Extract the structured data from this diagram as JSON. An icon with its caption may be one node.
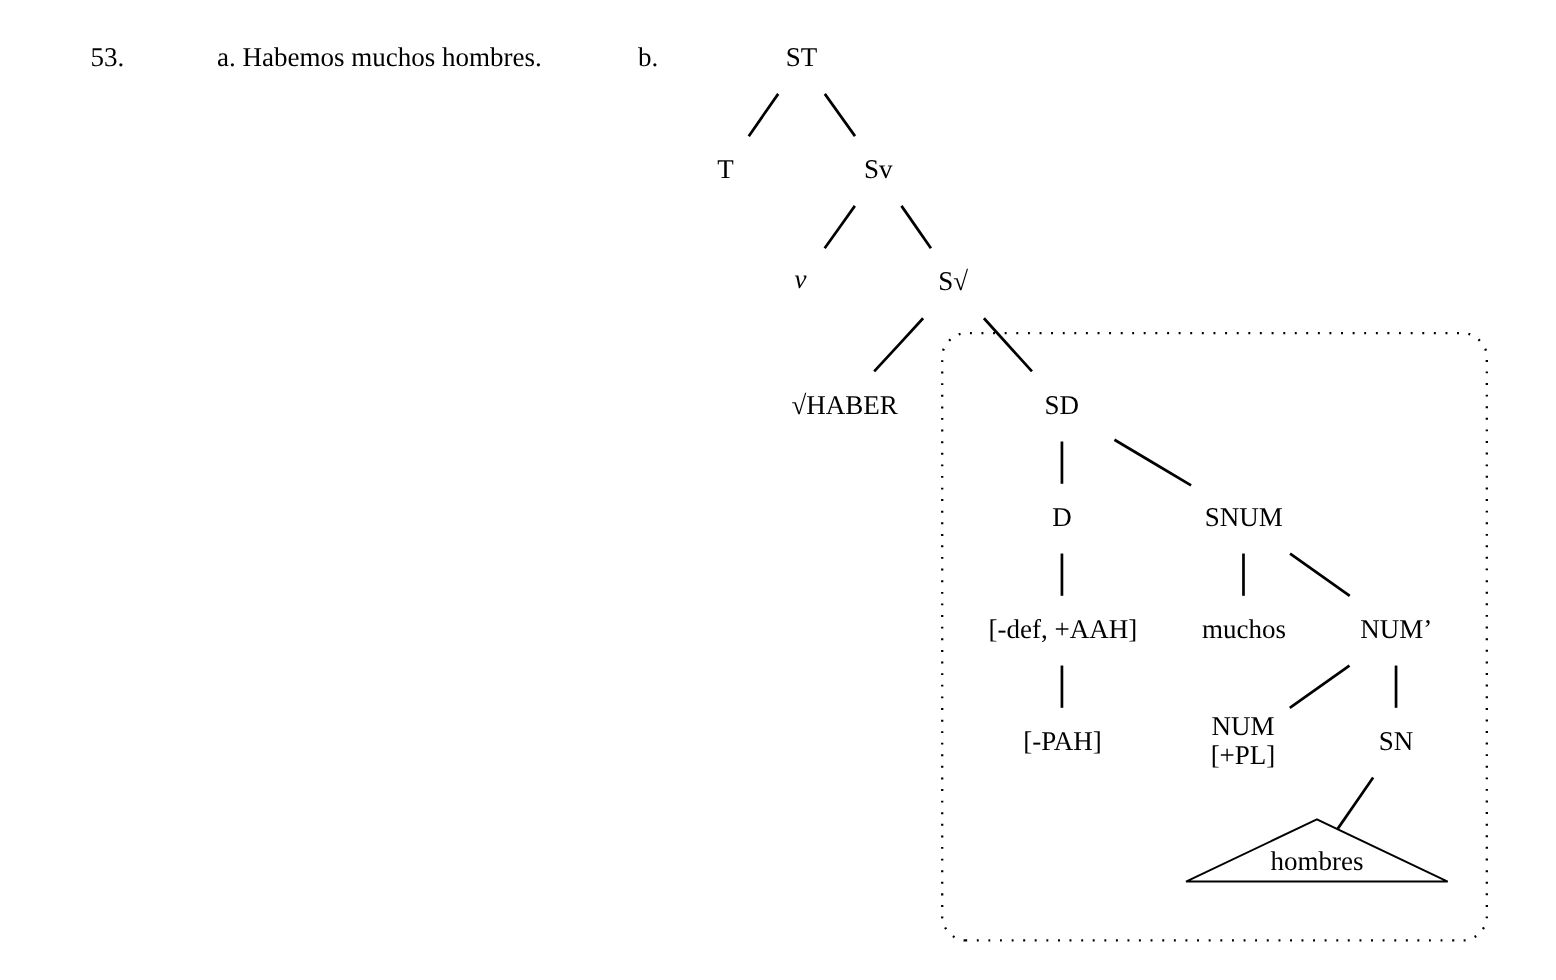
{
  "diagram": {
    "nodes": [
      {
        "text": [
          "ST"
        ]
      },
      {
        "text": [
          "T"
        ]
      },
      {
        "text": [
          "Sv"
        ]
      },
      {
        "text": [
          "v"
        ]
      },
      {
        "text": [
          "S√"
        ]
      },
      {
        "text": [
          "√HABER"
        ]
      },
      {
        "text": [],
        "shape": "ellipse"
      },
      {
        "text": [
          "SD"
        ],
        "in": 6
      },
      {
        "text": [
          "D"
        ],
        "in": 6
      },
      {
        "text": [
          "SNUM"
        ],
        "in": 6
      },
      {
        "text": [
          "[-def, +AAH]"
        ],
        "in": 6
      },
      {
        "text": [
          "muchos"
        ],
        "in": 6
      },
      {
        "text": [
          "NUM’"
        ],
        "in": 6
      },
      {
        "text": [
          "[-PAH]"
        ],
        "in": 6
      },
      {
        "text": [
          "NUM",
          "[+PL]"
        ],
        "in": 6
      },
      {
        "text": [
          "SN"
        ],
        "in": 6
      },
      {
        "text": [
          "hombres"
        ],
        "in": 6
      }
    ],
    "edges": [
      {
        "from": 0,
        "to": 1,
        "arrow": "none"
      },
      {
        "from": 0,
        "to": 2,
        "arrow": "none"
      },
      {
        "from": 2,
        "to": 3,
        "arrow": "none"
      },
      {
        "from": 2,
        "to": 4,
        "arrow": "none"
      },
      {
        "from": 4,
        "to": 5,
        "arrow": "none"
      },
      {
        "from": 4,
        "to": 7,
        "arrow": "none"
      },
      {
        "from": 7,
        "to": 8,
        "arrow": "none"
      },
      {
        "from": 7,
        "to": 9,
        "arrow": "none"
      },
      {
        "from": 8,
        "to": 10,
        "arrow": "none"
      },
      {
        "from": 10,
        "to": 13,
        "arrow": "none"
      },
      {
        "from": 9,
        "to": 11,
        "arrow": "none"
      },
      {
        "from": 9,
        "to": 12,
        "arrow": "none"
      },
      {
        "from": 12,
        "to": 14,
        "arrow": "none"
      },
      {
        "from": 12,
        "to": 15,
        "arrow": "none"
      },
      {
        "from": 15,
        "to": 16,
        "arrow": "none"
      }
    ],
    "labels": [
      "53.",
      "a. Habemos muchos hombres.",
      "b."
    ]
  }
}
